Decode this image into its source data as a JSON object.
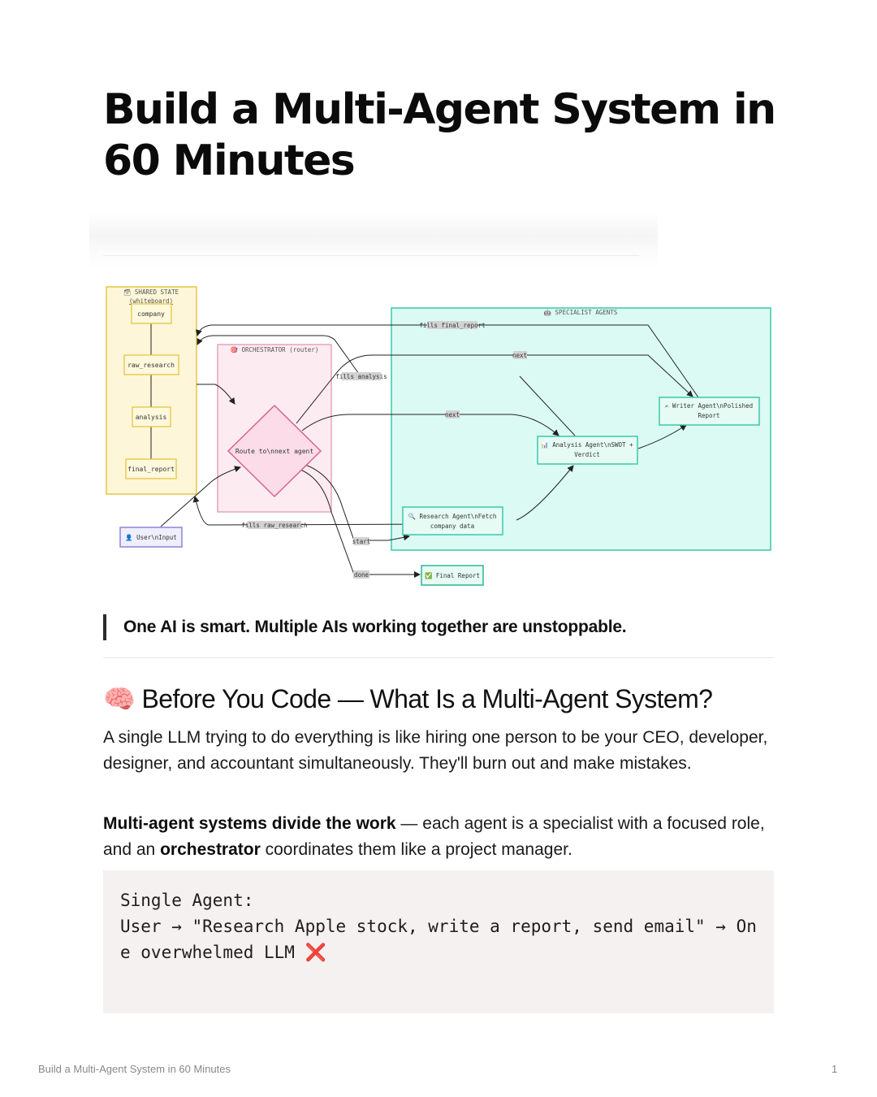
{
  "doc": {
    "title": "Build a Multi-Agent System in 60 Minutes"
  },
  "diagram": {
    "shared_state_title": "🗃 SHARED STATE (whiteboard)",
    "shared_state_line1": "🗃 SHARED STATE",
    "shared_state_line2": "(whiteboard)",
    "state_company": "company",
    "state_raw_research": "raw_research",
    "state_analysis": "analysis",
    "state_final_report": "final_report",
    "orchestrator_title": "🎯 ORCHESTRATOR (router)",
    "router_node": "Route to\\nnext agent",
    "specialists_title": "🤖 SPECIALIST AGENTS",
    "writer_line1": "✍ Writer Agent\\nPolished",
    "writer_line2": "Report",
    "analysis_line1": "📊 Analysis Agent\\nSWOT +",
    "analysis_line2": "Verdict",
    "research_line1": "🔍 Research Agent\\nFetch",
    "research_line2": "company data",
    "user_node": "👤 User\\nInput",
    "final_node": "✅ Final Report",
    "edge_fills_final_report": "fills final_report",
    "edge_next_top": "next",
    "edge_fills_analysis": "fills analysis",
    "edge_next_mid": "next",
    "edge_fills_raw_research": "fills raw_research",
    "edge_start": "start",
    "edge_done": "done"
  },
  "quote": "One AI is smart. Multiple AIs working together are unstoppable.",
  "section": {
    "emoji": "🧠",
    "heading": "Before You Code — What Is a Multi-Agent System?",
    "para1": "A single LLM trying to do everything is like hiring one person to be your CEO, developer, designer, and accountant simultaneously. They'll burn out and make mistakes.",
    "para2_bold1": "Multi-agent systems divide the work",
    "para2_text1": " — each agent is a specialist with a focused role, and an ",
    "para2_bold2": "orchestrator",
    "para2_text2": " coordinates them like a project manager.",
    "code_line1": "Single Agent:",
    "code_line2": "User → \"Research Apple stock, write a report, send email\" → One overwhelmed LLM ",
    "code_x": "❌"
  },
  "footer": {
    "left": "Build a Multi-Agent System in 60 Minutes",
    "page": "1"
  },
  "colors": {
    "shared_state": "#e7c543",
    "orchestrator": "#e8a2bd",
    "specialists": "#39c9a8",
    "user": "#8b86d6"
  }
}
